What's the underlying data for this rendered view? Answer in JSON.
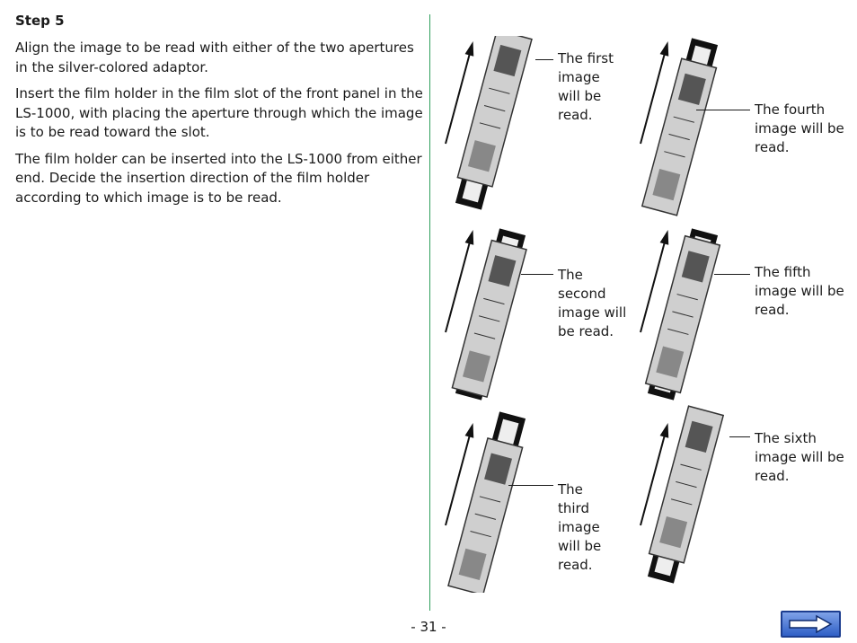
{
  "step": {
    "title": "Step 5",
    "paragraphs": [
      "Align the image to be read with either of the two apertures in the silver-colored adaptor.",
      "Insert the film holder in the film slot of the front panel in the LS-1000, with placing the aperture through which the image is to be read toward the slot.",
      "The film holder can be inserted into the LS-1000 from either end.  Decide the insertion direction of the film holder according to which image is to be read."
    ]
  },
  "captions": [
    [
      "The first",
      "image",
      "will be",
      "read."
    ],
    [
      "The",
      "second",
      "image will",
      "be read."
    ],
    [
      "The",
      "third",
      "image",
      "will be",
      "read."
    ],
    [
      "The fourth",
      "image will be",
      "read."
    ],
    [
      "The fifth",
      "image will be",
      "read."
    ],
    [
      "The sixth",
      "image will be",
      "read."
    ]
  ],
  "page_number": "- 31 -",
  "colors": {
    "divider": "#2f9e5c",
    "next_button": "#3c6fd6"
  },
  "icons": {
    "next": "arrow-right-icon",
    "insert": "insert-direction-arrow-icon"
  }
}
